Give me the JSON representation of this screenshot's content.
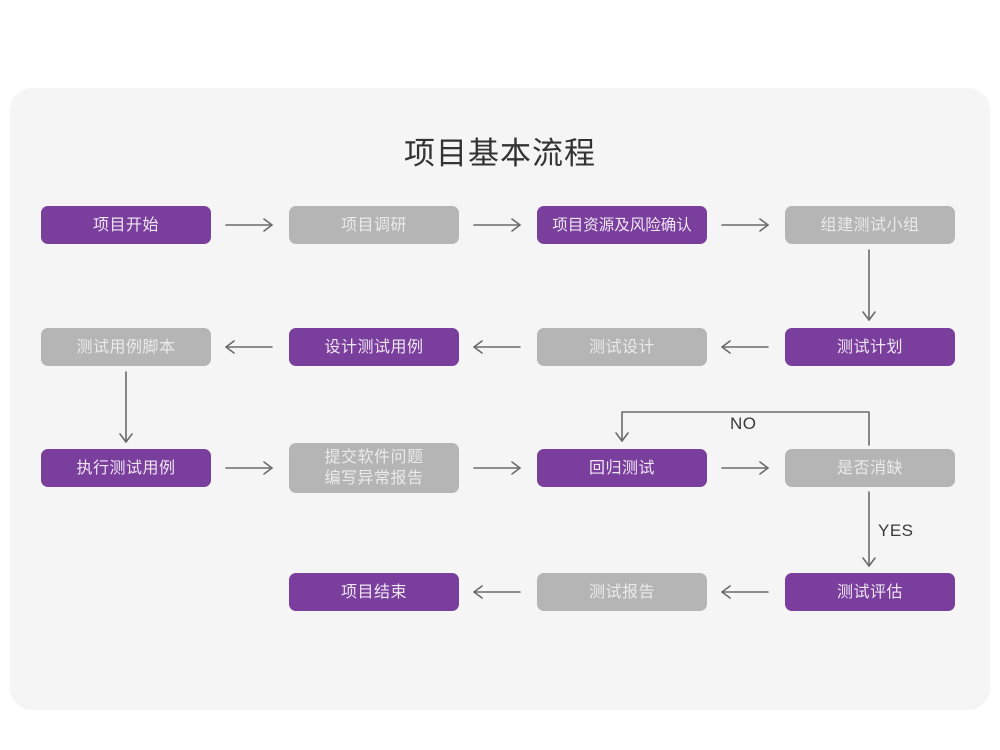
{
  "diagram": {
    "title": "项目基本流程",
    "colors": {
      "background": "#ffffff",
      "card": "#f5f5f5",
      "purple": "#7a3e9d",
      "gray": "#b5b5b5",
      "purple_text": "#efe6f4",
      "gray_text": "#eaeaea",
      "arrow": "#6b6b6b",
      "title_text": "#333333"
    },
    "nodes": [
      {
        "id": "n1",
        "label": "项目开始",
        "style": "purple",
        "row": 1,
        "col": 1
      },
      {
        "id": "n2",
        "label": "项目调研",
        "style": "gray",
        "row": 1,
        "col": 2
      },
      {
        "id": "n3",
        "label": "项目资源及风险确认",
        "style": "purple",
        "row": 1,
        "col": 3
      },
      {
        "id": "n4",
        "label": "组建测试小组",
        "style": "gray",
        "row": 1,
        "col": 4
      },
      {
        "id": "n5",
        "label": "测试用例脚本",
        "style": "gray",
        "row": 2,
        "col": 1
      },
      {
        "id": "n6",
        "label": "设计测试用例",
        "style": "purple",
        "row": 2,
        "col": 2
      },
      {
        "id": "n7",
        "label": "测试设计",
        "style": "gray",
        "row": 2,
        "col": 3
      },
      {
        "id": "n8",
        "label": "测试计划",
        "style": "purple",
        "row": 2,
        "col": 4
      },
      {
        "id": "n9",
        "label": "执行测试用例",
        "style": "purple",
        "row": 3,
        "col": 1
      },
      {
        "id": "n10",
        "label": "提交软件问题\n编写异常报告",
        "style": "gray",
        "row": 3,
        "col": 2
      },
      {
        "id": "n11",
        "label": "回归测试",
        "style": "purple",
        "row": 3,
        "col": 3
      },
      {
        "id": "n12",
        "label": "是否消缺",
        "style": "gray",
        "row": 3,
        "col": 4
      },
      {
        "id": "n13",
        "label": "项目结束",
        "style": "purple",
        "row": 4,
        "col": 2
      },
      {
        "id": "n14",
        "label": "测试报告",
        "style": "gray",
        "row": 4,
        "col": 3
      },
      {
        "id": "n15",
        "label": "测试评估",
        "style": "purple",
        "row": 4,
        "col": 4
      }
    ],
    "edge_labels": {
      "no": "NO",
      "yes": "YES"
    },
    "edges": [
      {
        "from": "n1",
        "to": "n2",
        "dir": "right"
      },
      {
        "from": "n2",
        "to": "n3",
        "dir": "right"
      },
      {
        "from": "n3",
        "to": "n4",
        "dir": "right"
      },
      {
        "from": "n4",
        "to": "n8",
        "dir": "down"
      },
      {
        "from": "n8",
        "to": "n7",
        "dir": "left"
      },
      {
        "from": "n7",
        "to": "n6",
        "dir": "left"
      },
      {
        "from": "n6",
        "to": "n5",
        "dir": "left"
      },
      {
        "from": "n5",
        "to": "n9",
        "dir": "down"
      },
      {
        "from": "n9",
        "to": "n10",
        "dir": "right"
      },
      {
        "from": "n10",
        "to": "n11",
        "dir": "right"
      },
      {
        "from": "n11",
        "to": "n12",
        "dir": "right"
      },
      {
        "from": "n12",
        "to": "n11",
        "dir": "loop-up-left",
        "label": "NO"
      },
      {
        "from": "n12",
        "to": "n15",
        "dir": "down",
        "label": "YES"
      },
      {
        "from": "n15",
        "to": "n14",
        "dir": "left"
      },
      {
        "from": "n14",
        "to": "n13",
        "dir": "left"
      }
    ]
  }
}
